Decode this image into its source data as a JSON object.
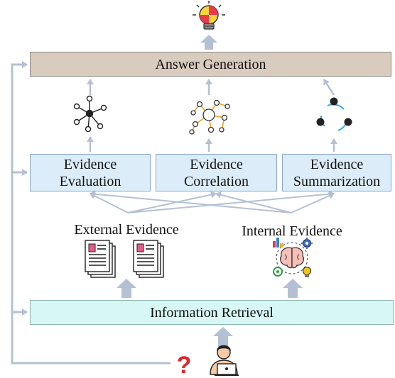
{
  "answer_generation": {
    "label": "Answer Generation"
  },
  "evidence_modules": [
    {
      "line1": "Evidence",
      "line2": "Evaluation"
    },
    {
      "line1": "Evidence",
      "line2": "Correlation"
    },
    {
      "line1": "Evidence",
      "line2": "Summarization"
    }
  ],
  "sources": {
    "external": "External Evidence",
    "internal": "Internal Evidence"
  },
  "information_retrieval": {
    "label": "Information Retrieval"
  },
  "colors": {
    "answer_fill": "#d9cbbd",
    "evidence_fill": "#dcecf8",
    "retrieval_fill": "#d6f7f3",
    "arrow": "#b4c0d4",
    "question_mark": "#e0262d"
  },
  "icons": [
    "lightbulb-puzzle-icon",
    "compress-arrows-icon",
    "network-hub-icon",
    "graph-nodes-icon",
    "cycle-nodes-icon",
    "document-stack-icon",
    "brain-ideas-icon",
    "search-focus-icon",
    "question-mark-icon",
    "user-laptop-icon"
  ]
}
